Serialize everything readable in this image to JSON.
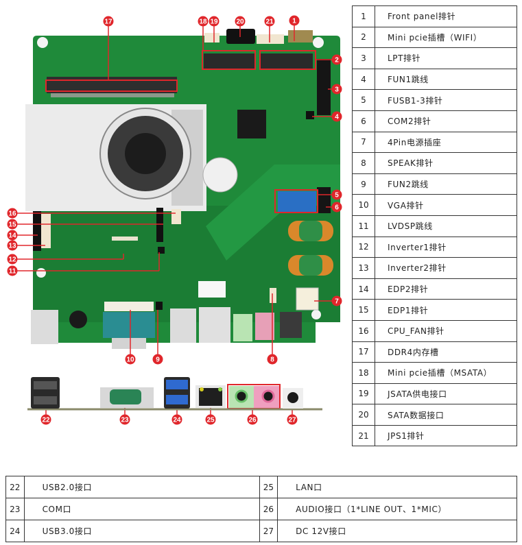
{
  "diagram": {
    "accent_red": "#e0262b",
    "pcb_green": "#1f8a3a",
    "board_callouts": [
      "1",
      "2",
      "3",
      "4",
      "5",
      "6",
      "7",
      "8",
      "9",
      "10",
      "11",
      "12",
      "13",
      "14",
      "15",
      "16",
      "17",
      "18",
      "19",
      "20",
      "21"
    ],
    "io_callouts": [
      "22",
      "23",
      "24",
      "25",
      "26",
      "27"
    ]
  },
  "legend": [
    {
      "num": "1",
      "label": "Front panel排针"
    },
    {
      "num": "2",
      "label": "Mini pcie插槽（WIFI）"
    },
    {
      "num": "3",
      "label": "LPT排针"
    },
    {
      "num": "4",
      "label": "FUN1跳线"
    },
    {
      "num": "5",
      "label": "FUSB1-3排针"
    },
    {
      "num": "6",
      "label": "COM2排针"
    },
    {
      "num": "7",
      "label": "4Pin电源插座"
    },
    {
      "num": "8",
      "label": "SPEAK排针"
    },
    {
      "num": "9",
      "label": "FUN2跳线"
    },
    {
      "num": "10",
      "label": "VGA排针"
    },
    {
      "num": "11",
      "label": "LVDSP跳线"
    },
    {
      "num": "12",
      "label": "Inverter1排针"
    },
    {
      "num": "13",
      "label": "Inverter2排针"
    },
    {
      "num": "14",
      "label": "EDP2排针"
    },
    {
      "num": "15",
      "label": "EDP1排针"
    },
    {
      "num": "16",
      "label": "CPU_FAN排针"
    },
    {
      "num": "17",
      "label": "DDR4内存槽"
    },
    {
      "num": "18",
      "label": "Mini pcie插槽（MSATA）"
    },
    {
      "num": "19",
      "label": "JSATA供电接口"
    },
    {
      "num": "20",
      "label": "SATA数据接口"
    },
    {
      "num": "21",
      "label": "JPS1排针"
    }
  ],
  "io_legend": [
    [
      {
        "num": "22",
        "label": "USB2.0接口"
      },
      {
        "num": "25",
        "label": "LAN口"
      }
    ],
    [
      {
        "num": "23",
        "label": "COM口"
      },
      {
        "num": "26",
        "label": "AUDIO接口（1*LINE OUT、1*MIC）"
      }
    ],
    [
      {
        "num": "24",
        "label": "USB3.0接口"
      },
      {
        "num": "27",
        "label": "DC 12V接口"
      }
    ]
  ]
}
